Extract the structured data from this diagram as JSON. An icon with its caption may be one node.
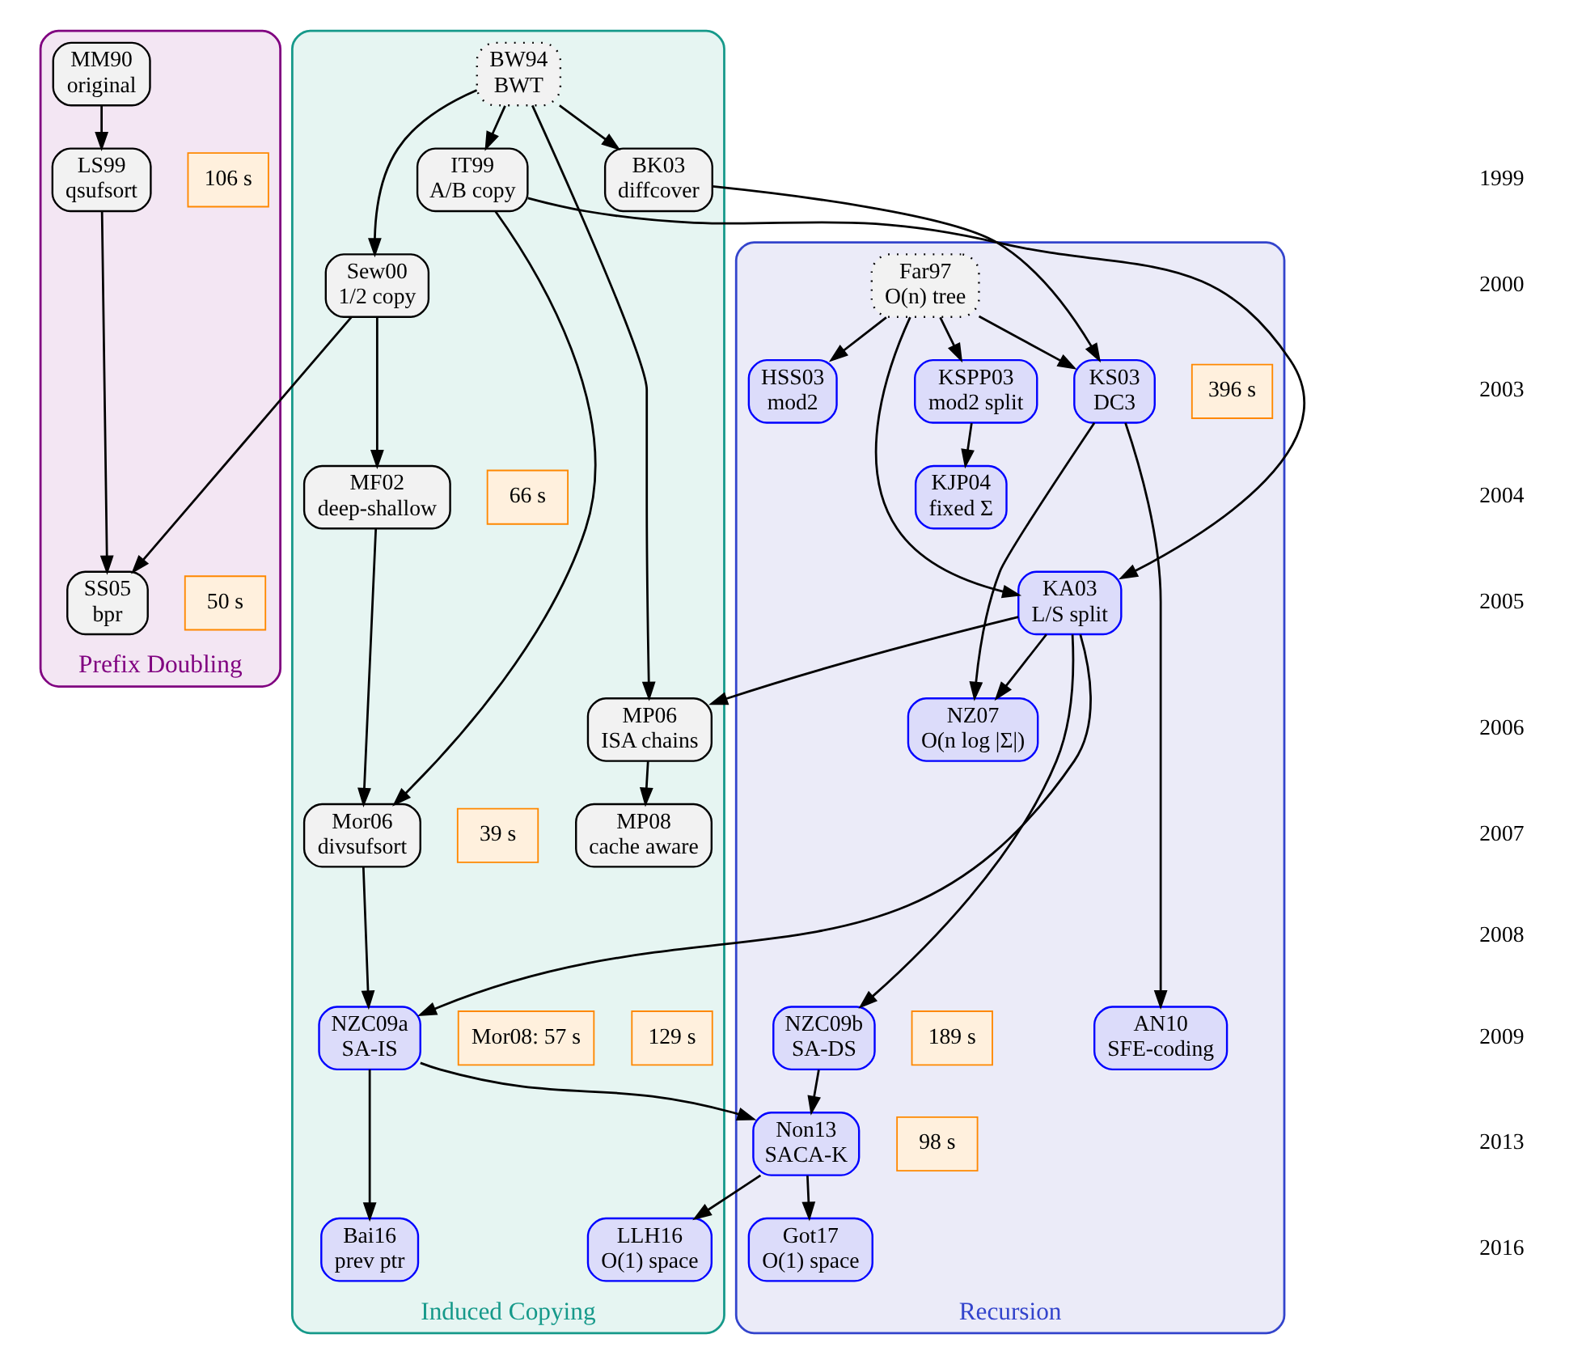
{
  "diagram": {
    "nodes": [
      {
        "text": [
          "Prefix Doubling"
        ]
      },
      {
        "text": [
          "Induced Copying"
        ]
      },
      {
        "text": [
          "Recursion"
        ]
      },
      {
        "text": [
          "MM90",
          "original"
        ],
        "in": 0
      },
      {
        "text": [
          "LS99",
          "qsufsort"
        ],
        "in": 0,
        "beside": [
          "106 s"
        ]
      },
      {
        "text": [
          "SS05",
          "bpr"
        ],
        "in": 0,
        "beside": [
          "50 s"
        ]
      },
      {
        "text": [
          "BW94",
          "BWT"
        ],
        "in": 1
      },
      {
        "text": [
          "Sew00",
          "1/2 copy"
        ],
        "in": 1
      },
      {
        "text": [
          "IT99",
          "A/B copy"
        ],
        "in": 1
      },
      {
        "text": [
          "MF02",
          "deep-shallow"
        ],
        "in": 1,
        "beside": [
          "66 s"
        ]
      },
      {
        "text": [
          "BK03",
          "diffcover"
        ],
        "in": 1
      },
      {
        "text": [
          "MP06",
          "ISA chains"
        ],
        "in": 1
      },
      {
        "text": [
          "MP08",
          "cache aware"
        ],
        "in": 1
      },
      {
        "text": [
          "Mor06",
          "divsufsort"
        ],
        "in": 1,
        "beside": [
          "39 s"
        ]
      },
      {
        "text": [
          "NZC09a",
          "SA-IS"
        ],
        "in": 1,
        "beside": [
          "129 s",
          "Mor08: 57 s"
        ]
      },
      {
        "text": [
          "Bai16",
          "prev ptr"
        ],
        "in": 1
      },
      {
        "text": [
          "LLH16",
          "O(1) space"
        ],
        "in": 1
      },
      {
        "text": [
          "Far97",
          "O(n) tree"
        ],
        "in": 2
      },
      {
        "text": [
          "KA03",
          "L/S split"
        ],
        "in": 2
      },
      {
        "text": [
          "KS03",
          "DC3"
        ],
        "in": 2,
        "beside": [
          "396 s"
        ]
      },
      {
        "text": [
          "HSS03",
          "mod2"
        ],
        "in": 2
      },
      {
        "text": [
          "KSPP03",
          "mod2 split"
        ],
        "in": 2
      },
      {
        "text": [
          "KJP04",
          "fixed Σ"
        ],
        "in": 2
      },
      {
        "text": [
          "NZ07",
          "O(n log |Σ|)"
        ],
        "in": 2
      },
      {
        "text": [
          "NZC09b",
          "SA-DS"
        ],
        "in": 2,
        "beside": [
          "189 s"
        ]
      },
      {
        "text": [
          "AN10",
          "SFE-coding"
        ],
        "in": 2
      },
      {
        "text": [
          "Non13",
          "SACA-K"
        ],
        "in": 2,
        "beside": [
          "98 s"
        ]
      },
      {
        "text": [
          "Got17",
          "O(1) space"
        ],
        "in": 2
      }
    ],
    "edges": [
      {
        "from": 3,
        "to": 4,
        "arrow": "to"
      },
      {
        "from": 4,
        "to": 5,
        "arrow": "to"
      },
      {
        "from": 6,
        "to": 7,
        "arrow": "to"
      },
      {
        "from": 6,
        "to": 8,
        "arrow": "to"
      },
      {
        "from": 6,
        "to": 10,
        "arrow": "to"
      },
      {
        "from": 6,
        "to": 11,
        "arrow": "to"
      },
      {
        "from": 7,
        "to": 5,
        "arrow": "to"
      },
      {
        "from": 7,
        "to": 9,
        "arrow": "to"
      },
      {
        "from": 9,
        "to": 13,
        "arrow": "to"
      },
      {
        "from": 8,
        "to": 13,
        "arrow": "to"
      },
      {
        "from": 8,
        "to": 18,
        "arrow": "to"
      },
      {
        "from": 10,
        "to": 19,
        "arrow": "to"
      },
      {
        "from": 17,
        "to": 18,
        "arrow": "to"
      },
      {
        "from": 17,
        "to": 19,
        "arrow": "to"
      },
      {
        "from": 17,
        "to": 20,
        "arrow": "to"
      },
      {
        "from": 17,
        "to": 21,
        "arrow": "to"
      },
      {
        "from": 21,
        "to": 22,
        "arrow": "to"
      },
      {
        "from": 18,
        "to": 11,
        "arrow": "to"
      },
      {
        "from": 18,
        "to": 23,
        "arrow": "to"
      },
      {
        "from": 18,
        "to": 14,
        "arrow": "to"
      },
      {
        "from": 18,
        "to": 24,
        "arrow": "to"
      },
      {
        "from": 19,
        "to": 23,
        "arrow": "to"
      },
      {
        "from": 19,
        "to": 25,
        "arrow": "to"
      },
      {
        "from": 11,
        "to": 12,
        "arrow": "to"
      },
      {
        "from": 13,
        "to": 14,
        "arrow": "to"
      },
      {
        "from": 14,
        "to": 26,
        "arrow": "to"
      },
      {
        "from": 24,
        "to": 26,
        "arrow": "to"
      },
      {
        "from": 14,
        "to": 15,
        "arrow": "to"
      },
      {
        "from": 26,
        "to": 16,
        "arrow": "to"
      },
      {
        "from": 26,
        "to": 27,
        "arrow": "to"
      }
    ],
    "labels": [
      "1999",
      "2000",
      "2003",
      "2004",
      "2005",
      "2006",
      "2007",
      "2008",
      "2009",
      "2013",
      "2016"
    ]
  }
}
